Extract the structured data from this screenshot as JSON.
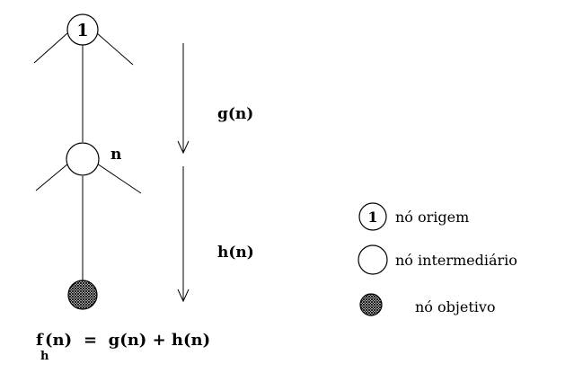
{
  "nodes": {
    "origin_label": "1",
    "intermediate_label": "n"
  },
  "arrows": {
    "top_label": "g(n)",
    "bottom_label": "h(n)"
  },
  "legend": {
    "origin_symbol": "1",
    "origin_text": "nó origem",
    "intermediate_text": "nó intermediário",
    "goal_text": "nó objetivo"
  },
  "formula": {
    "f": "f",
    "subscript": "h",
    "lhs_arg": "(n)",
    "rhs": "=  g(n) + h(n)"
  },
  "colors": {
    "stroke": "#000000",
    "background": "#ffffff",
    "goal_fill": "#8a8a8a"
  }
}
